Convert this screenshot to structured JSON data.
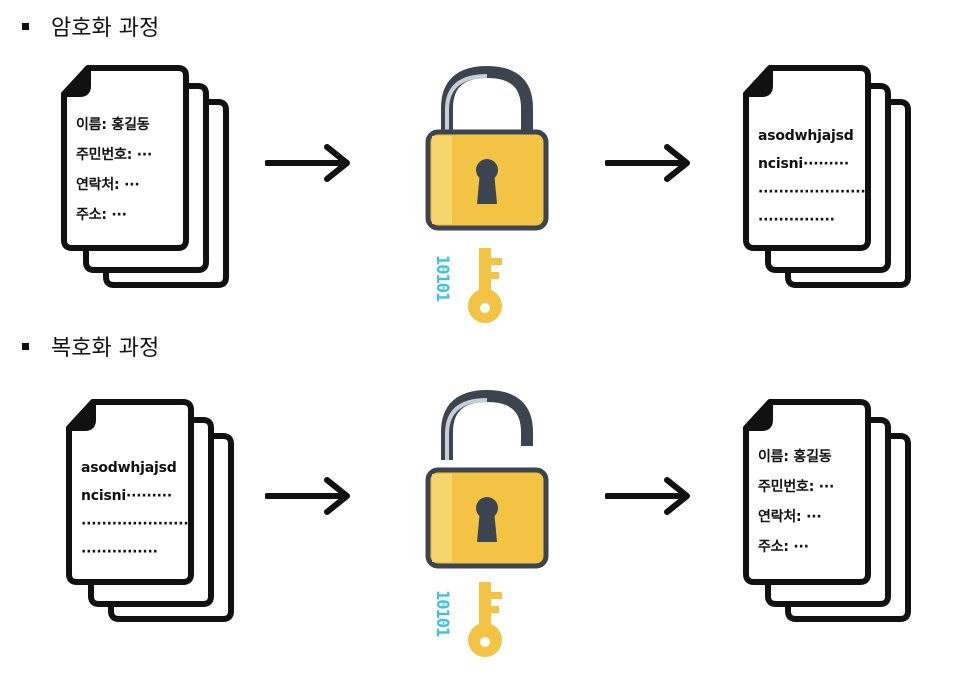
{
  "sections": [
    {
      "title": "암호화 과정",
      "input_doc": [
        "이름: 홍길동",
        "주민번호: ···",
        "연락처: ···",
        "주소: ···"
      ],
      "binary": "10101",
      "output_doc": [
        "asodwhjajsd",
        "ncisni·········",
        "·····················",
        "···············"
      ]
    },
    {
      "title": "복호화 과정",
      "input_doc": [
        "asodwhjajsd",
        "ncisni·········",
        "·····················",
        "···············"
      ],
      "binary": "10101",
      "output_doc": [
        "이름: 홍길동",
        "주민번호: ···",
        "연락처: ···",
        "주소: ···"
      ]
    }
  ],
  "colors": {
    "lock_body": "#f3c443",
    "lock_outline": "#3c4450",
    "key": "#f3c443",
    "binary": "#3fc1e0",
    "ink": "#111111"
  },
  "icons": [
    "document-stack-icon",
    "arrow-right-icon",
    "padlock-icon",
    "key-icon"
  ]
}
